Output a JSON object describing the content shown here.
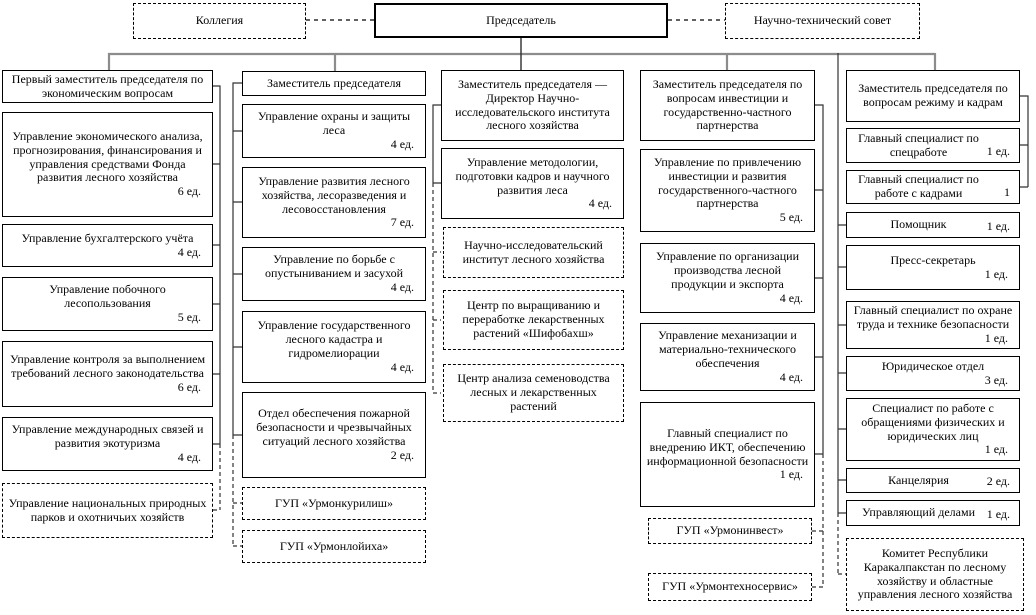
{
  "palette": {
    "border": "#000000",
    "wire": "#333333",
    "trunk": "#8c8c8c",
    "background": "#ffffff"
  },
  "top_row": {
    "collegium": {
      "label": "Коллегия"
    },
    "chairman": {
      "label": "Председатель"
    },
    "scientific_council": {
      "label": "Научно-технический совет"
    }
  },
  "columns": [
    {
      "header": {
        "label": "Первый заместитель председателя по экономическим вопросам"
      },
      "boxes": [
        {
          "label": "Управление экономического анализа, прогнозирования, финансирования и управления средствами Фонда развития лесного хозяйства",
          "count": "6 ед.",
          "style": "solid"
        },
        {
          "label": "Управление бухгалтерского учёта",
          "count": "4 ед.",
          "style": "solid"
        },
        {
          "label": "Управление побочного лесопользования",
          "count": "5 ед.",
          "style": "solid"
        },
        {
          "label": "Управление контроля за выполнением требований лесного законодательства",
          "count": "6 ед.",
          "style": "solid"
        },
        {
          "label": "Управление международных связей и развития экотуризма",
          "count": "4 ед.",
          "style": "solid"
        },
        {
          "label": "Управление национальных природных парков и охотничьих хозяйств",
          "style": "dashed"
        }
      ]
    },
    {
      "header": {
        "label": "Заместитель председателя"
      },
      "boxes": [
        {
          "label": "Управление охраны и защиты леса",
          "count": "4 ед.",
          "style": "solid"
        },
        {
          "label": "Управление развития лесного хозяйства, лесоразведения и лесовосстановления",
          "count": "7 ед.",
          "style": "solid"
        },
        {
          "label": "Управление по борьбе с опустыниванием и засухой",
          "count": "4 ед.",
          "style": "solid"
        },
        {
          "label": "Управление государственного лесного кадастра и гидромелиорации",
          "count": "4 ед.",
          "style": "solid"
        },
        {
          "label": "Отдел обеспечения пожарной безопасности и чрезвычайных ситуаций лесного хозяйства",
          "count": "2 ед.",
          "style": "solid"
        },
        {
          "label": "ГУП «Урмонкурилиш»",
          "style": "dashed"
        },
        {
          "label": "ГУП «Урмонлойиха»",
          "style": "dashed"
        }
      ]
    },
    {
      "header": {
        "label": "Заместитель председателя — Директор Научно-исследовательского института лесного хозяйства"
      },
      "boxes": [
        {
          "label": "Управление методологии, подготовки кадров и научного развития леса",
          "count": "4 ед.",
          "style": "solid"
        },
        {
          "label": "Научно-исследовательский институт лесного хозяйства",
          "style": "dashed"
        },
        {
          "label": "Центр по выращиванию и переработке лекарственных растений «Шифобахш»",
          "style": "dashed"
        },
        {
          "label": "Центр анализа семеноводства лесных и лекарственных растений",
          "style": "dashed"
        }
      ]
    },
    {
      "header": {
        "label": "Заместитель председателя по вопросам инвестиции и государственно-частного партнерства"
      },
      "boxes": [
        {
          "label": "Управление по привлечению инвестиции и развития государственного-частного партнерства",
          "count": "5 ед.",
          "style": "solid"
        },
        {
          "label": "Управление по организации производства лесной продукции и экспорта",
          "count": "4 ед.",
          "style": "solid"
        },
        {
          "label": "Управление механизации и материально-технического обеспечения",
          "count": "4 ед.",
          "style": "solid"
        },
        {
          "label": "Главный специалист по внедрению ИКТ, обеспечению информационной безопасности",
          "count": "1 ед.",
          "style": "solid"
        },
        {
          "label": "ГУП «Урмонинвест»",
          "style": "dashed"
        },
        {
          "label": "ГУП «Урмонтехносервис»",
          "style": "dashed"
        }
      ]
    },
    {
      "header": {
        "label": "Заместитель председателя по вопросам режиму и кадрам"
      },
      "boxes": [
        {
          "label": "Главный специалист по спецработе",
          "count": "1 ед.",
          "style": "solid"
        },
        {
          "label": "Главный специалист по работе с кадрами",
          "count": "1",
          "style": "solid"
        },
        {
          "label": "Помощник",
          "count": "1 ед.",
          "style": "solid"
        },
        {
          "label": "Пресс-секретарь",
          "count": "1 ед.",
          "style": "solid"
        },
        {
          "label": "Главный специалист по охране труда и технике безопасности",
          "count": "1 ед.",
          "style": "solid"
        },
        {
          "label": "Юридическое отдел",
          "count": "3 ед.",
          "style": "solid"
        },
        {
          "label": "Специалист по работе с обращениями физических и юридических лиц",
          "count": "1 ед.",
          "style": "solid"
        },
        {
          "label": "Канцелярия",
          "count": "2 ед.",
          "style": "solid"
        },
        {
          "label": "Управляющий делами",
          "count": "1 ед.",
          "style": "solid"
        },
        {
          "label": "Комитет Республики Каракалпакстан по лесному хозяйству и областные управления лесного хозяйства",
          "style": "dashed"
        }
      ]
    }
  ]
}
